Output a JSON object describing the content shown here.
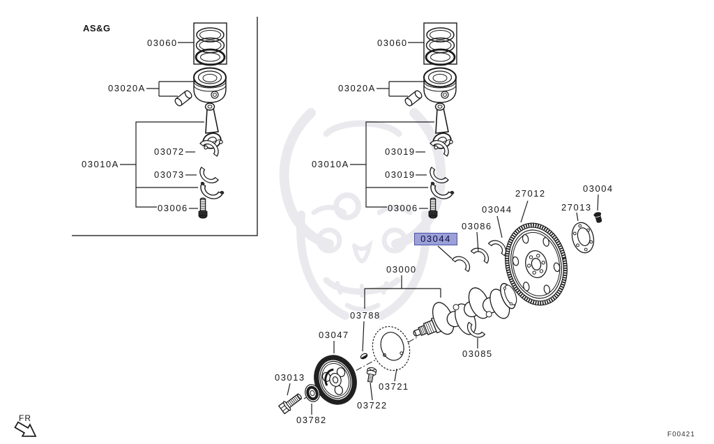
{
  "diagram": {
    "figure_code": "F00421",
    "orientation_label": "FR",
    "variant_label": "AS&G",
    "highlighted_part": "03044",
    "colors": {
      "line": "#1a1a1a",
      "background": "#ffffff",
      "highlight_fill": "#9ba0d9",
      "highlight_border": "#4b51a6",
      "watermark": "#e0e0e6"
    }
  },
  "labels": [
    {
      "id": "variant",
      "text": "AS&G"
    },
    {
      "id": "03060-left",
      "text": "03060"
    },
    {
      "id": "03020a-left",
      "text": "03020A"
    },
    {
      "id": "03010a-left",
      "text": "03010A"
    },
    {
      "id": "03072",
      "text": "03072"
    },
    {
      "id": "03073",
      "text": "03073"
    },
    {
      "id": "03006-left",
      "text": "03006"
    },
    {
      "id": "03060-right",
      "text": "03060"
    },
    {
      "id": "03020a-right",
      "text": "03020A"
    },
    {
      "id": "03010a-right",
      "text": "03010A"
    },
    {
      "id": "03019-upper",
      "text": "03019"
    },
    {
      "id": "03019-lower",
      "text": "03019"
    },
    {
      "id": "03006-right",
      "text": "03006"
    },
    {
      "id": "27012",
      "text": "27012"
    },
    {
      "id": "03004",
      "text": "03004"
    },
    {
      "id": "27013",
      "text": "27013"
    },
    {
      "id": "03044-upper",
      "text": "03044"
    },
    {
      "id": "03086",
      "text": "03086"
    },
    {
      "id": "03044-selected",
      "text": "03044"
    },
    {
      "id": "03000",
      "text": "03000"
    },
    {
      "id": "03788",
      "text": "03788"
    },
    {
      "id": "03047",
      "text": "03047"
    },
    {
      "id": "03013",
      "text": "03013"
    },
    {
      "id": "03085",
      "text": "03085"
    },
    {
      "id": "03721",
      "text": "03721"
    },
    {
      "id": "03722",
      "text": "03722"
    },
    {
      "id": "03782",
      "text": "03782"
    },
    {
      "id": "front-marker",
      "text": "FR"
    },
    {
      "id": "figure-code",
      "text": "F00421"
    }
  ]
}
